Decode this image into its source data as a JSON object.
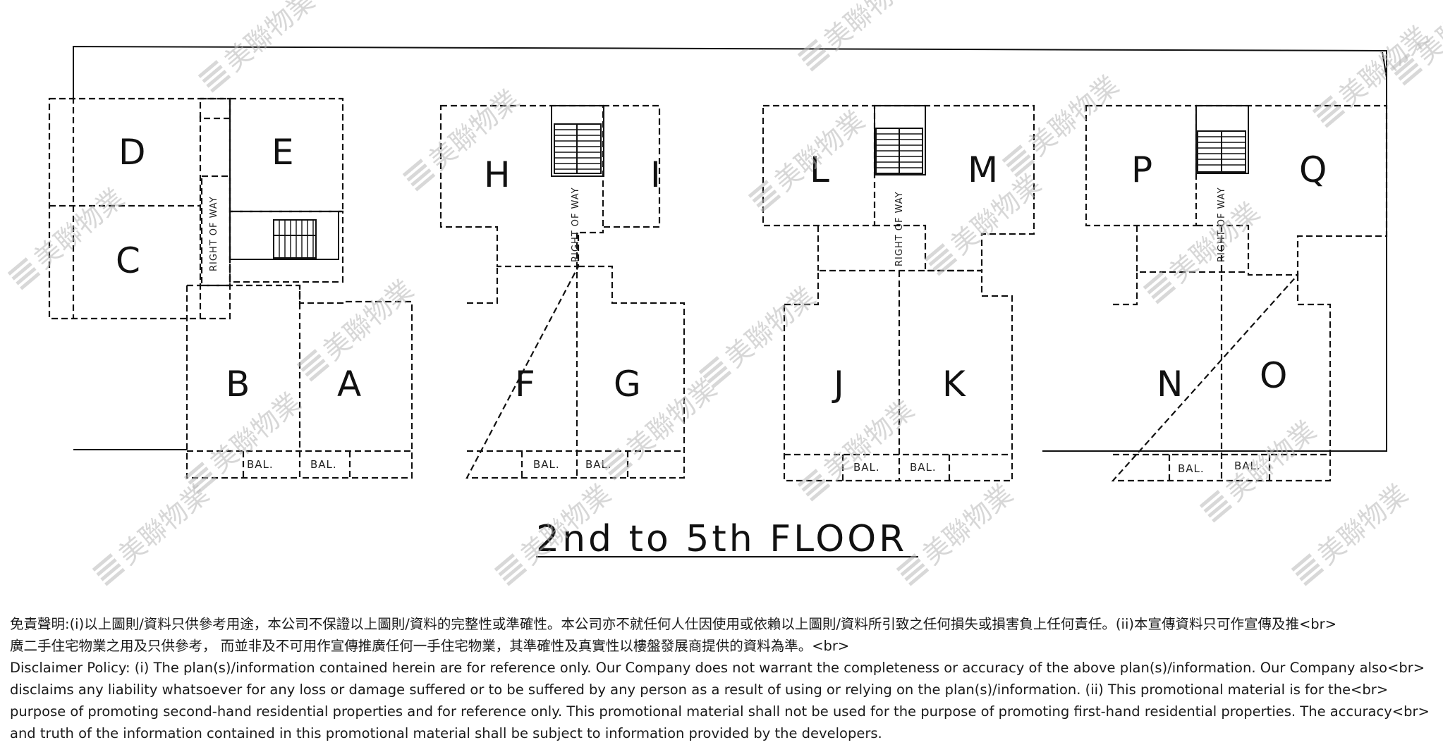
{
  "plan": {
    "title": "2nd to 5th FLOOR",
    "units": [
      "A",
      "B",
      "C",
      "D",
      "E",
      "F",
      "G",
      "H",
      "I",
      "J",
      "K",
      "L",
      "M",
      "N",
      "O",
      "P",
      "Q"
    ],
    "balcony_label": "BAL.",
    "right_of_way_label": "RIGHT OF WAY",
    "watermark_text": "美聯物業"
  },
  "disclaimer": {
    "lines": [
      "免責聲明:(i)以上圖則/資料只供參考用途，本公司不保證以上圖則/資料的完整性或準確性。本公司亦不就任何人仕因使用或依賴以上圖則/資料所引致之任何損失或損害負上任何責任。(ii)本宣傳資料只可作宣傳及推<br>",
      "廣二手住宅物業之用及只供參考， 而並非及不可用作宣傳推廣任何一手住宅物業，其準確性及真實性以樓盤發展商提供的資料為準。<br>",
      "Disclaimer Policy: (i) The plan(s)/information contained herein are for reference only. Our Company does not warrant the completeness or accuracy of the above plan(s)/information. Our Company also<br>",
      "disclaims any liability whatsoever for any loss or damage suffered or to be suffered by any person as a result of using or relying on the plan(s)/information. (ii) This promotional material is for the<br>",
      "purpose of promoting second-hand residential properties and for reference only. This promotional material shall not be used for the purpose of promoting first-hand residential properties. The accuracy<br>",
      "and truth of the information contained in this promotional material shall be subject to information provided by the developers."
    ]
  }
}
